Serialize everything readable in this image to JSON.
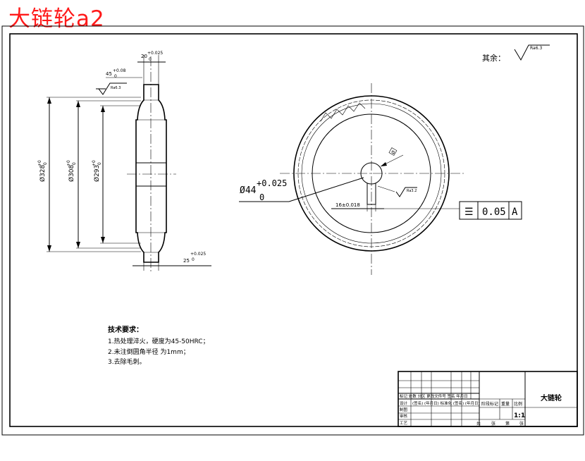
{
  "title_overlay": "大链轮a2",
  "colors": {
    "overlay": "#ff1a1a",
    "line": "#000000",
    "background": "#ffffff"
  },
  "side_view": {
    "roughness_top": "Ra6.3",
    "dims": {
      "width_top": "20",
      "width_top_tol_upper": "+0.025",
      "width_top_tol_lower": "0",
      "chamfer": "45",
      "chamfer_tol_upper": "+0.08",
      "chamfer_tol_lower": "0",
      "dia_outer": "Ø328",
      "dia_outer_tol_upper": "+0",
      "dia_outer_tol_lower": "0",
      "dia_pitch": "Ø308",
      "dia_pitch_tol_upper": "+0",
      "dia_pitch_tol_lower": "0",
      "dia_root": "Ø293",
      "dia_root_tol_upper": "+0",
      "dia_root_tol_lower": "0",
      "width_hub": "25",
      "width_hub_tol_upper": "+0.025",
      "width_hub_tol_lower": "0"
    }
  },
  "front_view": {
    "bore": "Ø44",
    "bore_tol_upper": "+0.025",
    "bore_tol_lower": "0",
    "keyway": "16±0.018",
    "keyway_roughness": "Ra3.2",
    "key_depth_label": "Ø",
    "tolerance_frame": {
      "symbol": "☰",
      "value": "0.05",
      "datum": "A"
    }
  },
  "general_roughness": {
    "label": "其余：",
    "value": "Ra6.3"
  },
  "technical_requirements": {
    "heading": "技术要求：",
    "items": [
      "1.热处理淬火，硬度为45-50HRC；",
      "2.未注倒圆角半径  为1mm；",
      "3.去除毛刺。"
    ]
  },
  "title_block": {
    "part_name": "大链轮",
    "scale": "1:1",
    "row_labels": [
      "标记",
      "设计",
      "制图",
      "审核",
      "工艺"
    ],
    "header_row": "标记 处数 分区 更改文件号 签名 年月日",
    "design_row": "(签名) (年月日) 标准化 (签名) (年月日)",
    "stage_labels": [
      "阶段标记",
      "重量",
      "比例"
    ],
    "sheet_labels": [
      "共",
      "张",
      "第",
      "张"
    ]
  }
}
